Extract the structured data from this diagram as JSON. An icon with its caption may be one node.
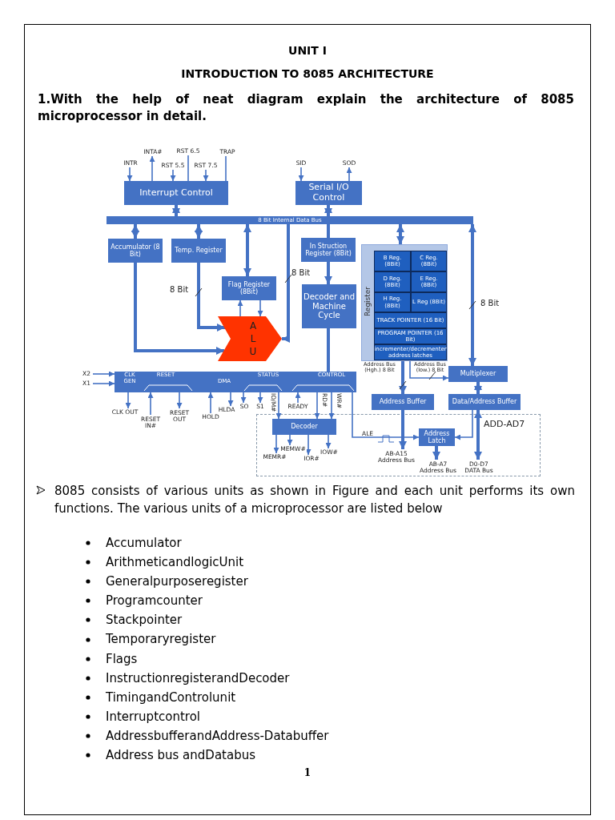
{
  "diagram": {
    "title": "INTRODUCTION TO 8085 ARCHITECTURE",
    "nodes": [
      {
        "text": [
          "Interrupt Control"
        ]
      },
      {
        "text": [
          "Serial I/O Control"
        ]
      },
      {
        "text": [
          "8 Bit Internal Data Bus"
        ]
      },
      {
        "text": [
          "Accumulator (8 Bit)"
        ]
      },
      {
        "text": [
          "Temp. Register"
        ]
      },
      {
        "text": [
          "Flag Register (8Bit)"
        ]
      },
      {
        "text": [
          "In Struction Register (8Bit)"
        ]
      },
      {
        "text": [
          "Register"
        ]
      },
      {
        "text": [
          "B Reg. (8Bit)"
        ],
        "in": 7
      },
      {
        "text": [
          "C Reg. (8Bit)"
        ],
        "in": 7
      },
      {
        "text": [
          "D Reg. (8Bit)"
        ],
        "in": 7
      },
      {
        "text": [
          "E Reg. (8Bit)"
        ],
        "in": 7
      },
      {
        "text": [
          "H Reg. (8Bit)"
        ],
        "in": 7
      },
      {
        "text": [
          "L Reg (8Bit)"
        ],
        "in": 7
      },
      {
        "text": [
          "TRACK POINTER (16 Bit)"
        ],
        "in": 7
      },
      {
        "text": [
          "PROGRAM POINTER (16 Bit)"
        ],
        "in": 7
      },
      {
        "text": [
          "incrementer/decrementer address latches"
        ],
        "in": 7
      },
      {
        "text": [
          "Decoder and Machine Cycle"
        ]
      },
      {
        "text": [
          "A L U"
        ]
      },
      {
        "text": [
          "CLK GEN",
          "RESET",
          "DMA",
          "STATUS",
          "CONTROL"
        ]
      },
      {
        "text": [
          "Multiplexer"
        ]
      },
      {
        "text": [
          "Address Buffer"
        ]
      },
      {
        "text": [
          "Data/Address Buffer"
        ]
      },
      {
        "text": [
          "Decoder"
        ]
      },
      {
        "text": [
          "Address Latch"
        ]
      },
      {
        "text": [
          "INTR"
        ]
      },
      {
        "text": [
          "INTA#"
        ]
      },
      {
        "text": [
          "RST 5.5"
        ]
      },
      {
        "text": [
          "RST 6.5"
        ]
      },
      {
        "text": [
          "RST 7.5"
        ]
      },
      {
        "text": [
          "TRAP"
        ]
      },
      {
        "text": [
          "SID"
        ]
      },
      {
        "text": [
          "SOD"
        ]
      },
      {
        "text": [
          "X2"
        ]
      },
      {
        "text": [
          "X1"
        ]
      },
      {
        "text": [
          "CLK OUT"
        ]
      },
      {
        "text": [
          "RESET IN#"
        ]
      },
      {
        "text": [
          "RESET OUT"
        ]
      },
      {
        "text": [
          "HOLD"
        ]
      },
      {
        "text": [
          "HLDA"
        ]
      },
      {
        "text": [
          "SO"
        ]
      },
      {
        "text": [
          "S1"
        ]
      },
      {
        "text": [
          "READY"
        ]
      },
      {
        "text": [
          "MEMR#"
        ]
      },
      {
        "text": [
          "MEMW#"
        ]
      },
      {
        "text": [
          "IOR#"
        ]
      },
      {
        "text": [
          "IOW#"
        ]
      },
      {
        "text": [
          "AB-A15 Address Bus"
        ]
      },
      {
        "text": [
          "AB-A7 Address Bus"
        ]
      },
      {
        "text": [
          "D0-D7 DATA Bus"
        ]
      }
    ],
    "edges": [
      {
        "from": 25,
        "to": 0,
        "arrow": "to"
      },
      {
        "from": 0,
        "to": 26,
        "arrow": "to"
      },
      {
        "from": 27,
        "to": 0,
        "arrow": "to"
      },
      {
        "from": 28,
        "to": 0,
        "arrow": "none"
      },
      {
        "from": 29,
        "to": 0,
        "arrow": "to"
      },
      {
        "from": 30,
        "to": 0,
        "arrow": "none"
      },
      {
        "from": 31,
        "to": 1,
        "arrow": "to"
      },
      {
        "from": 1,
        "to": 32,
        "arrow": "to"
      },
      {
        "from": 0,
        "to": 2,
        "arrow": "both",
        "style": "thick"
      },
      {
        "from": 1,
        "to": 2,
        "arrow": "both",
        "style": "thick"
      },
      {
        "from": 2,
        "to": 3,
        "arrow": "both",
        "style": "thick"
      },
      {
        "from": 2,
        "to": 4,
        "arrow": "both",
        "style": "thick"
      },
      {
        "from": 2,
        "to": 5,
        "arrow": "both",
        "style": "thick"
      },
      {
        "from": 2,
        "to": 18,
        "arrow": "to",
        "label": "8 Bit",
        "style": "thick"
      },
      {
        "from": 2,
        "to": 6,
        "arrow": "none",
        "style": "thick"
      },
      {
        "from": 2,
        "to": 7,
        "arrow": "both",
        "style": "thick"
      },
      {
        "from": 2,
        "to": 20,
        "arrow": "both",
        "label": "8 Bit",
        "style": "thick"
      },
      {
        "from": 6,
        "to": 17,
        "arrow": "to",
        "style": "thick"
      },
      {
        "from": 17,
        "to": 19,
        "arrow": "none",
        "style": "thick"
      },
      {
        "from": 3,
        "to": 18,
        "arrow": "to",
        "style": "thick"
      },
      {
        "from": 4,
        "to": 18,
        "arrow": "to",
        "label": "8 Bit",
        "style": "thick"
      },
      {
        "from": 18,
        "to": 5,
        "arrow": "to"
      },
      {
        "from": 5,
        "to": 18,
        "arrow": "to"
      },
      {
        "from": 7,
        "to": 21,
        "arrow": "to",
        "label": "Address Bus (Hgh.) 8 Bit",
        "style": "thick"
      },
      {
        "from": 7,
        "to": 20,
        "arrow": "to",
        "label": "Address Bus (low.) 8 Bit"
      },
      {
        "from": 20,
        "to": 22,
        "arrow": "both",
        "style": "thick"
      },
      {
        "from": 21,
        "to": 47,
        "arrow": "to",
        "style": "thick"
      },
      {
        "from": 22,
        "to": 49,
        "arrow": "both",
        "label": "ADD-AD7",
        "style": "thick"
      },
      {
        "from": 22,
        "to": 24,
        "arrow": "to"
      },
      {
        "from": 24,
        "to": 48,
        "arrow": "to",
        "style": "thick"
      },
      {
        "from": 19,
        "to": 24,
        "arrow": "to",
        "label": "ALE"
      },
      {
        "from": 33,
        "to": 19,
        "arrow": "to"
      },
      {
        "from": 34,
        "to": 19,
        "arrow": "to"
      },
      {
        "from": 19,
        "to": 35,
        "arrow": "to"
      },
      {
        "from": 36,
        "to": 19,
        "arrow": "to"
      },
      {
        "from": 19,
        "to": 37,
        "arrow": "to"
      },
      {
        "from": 38,
        "to": 19,
        "arrow": "to"
      },
      {
        "from": 19,
        "to": 39,
        "arrow": "to"
      },
      {
        "from": 19,
        "to": 40,
        "arrow": "to"
      },
      {
        "from": 19,
        "to": 41,
        "arrow": "to"
      },
      {
        "from": 19,
        "to": 23,
        "arrow": "to",
        "label": "IO/M#"
      },
      {
        "from": 42,
        "to": 19,
        "arrow": "to"
      },
      {
        "from": 19,
        "to": 23,
        "arrow": "to",
        "label": "RD#"
      },
      {
        "from": 19,
        "to": 23,
        "arrow": "to",
        "label": "WR#"
      },
      {
        "from": 23,
        "to": 43,
        "arrow": "to"
      },
      {
        "from": 23,
        "to": 44,
        "arrow": "to"
      },
      {
        "from": 23,
        "to": 45,
        "arrow": "to"
      },
      {
        "from": 23,
        "to": 46,
        "arrow": "to"
      }
    ],
    "labels": [
      "UNIT I",
      "1.With the help of neat diagram explain the architecture of 8085 microprocessor in detail.",
      "8085 consists of various units as shown in Figure and each unit performs its own functions. The various units of a microprocessor are listed below",
      "Accumulator",
      "ArithmeticandlogicUnit",
      "Generalpurposeregister",
      "Programcounter",
      "Stackpointer",
      "Temporaryregister",
      "Flags",
      "InstructionregisterandDecoder",
      "TimingandControlunit",
      "Interruptcontrol",
      "AddressbufferandAddress-Databuffer",
      "Address bus andDatabus",
      "1"
    ]
  }
}
